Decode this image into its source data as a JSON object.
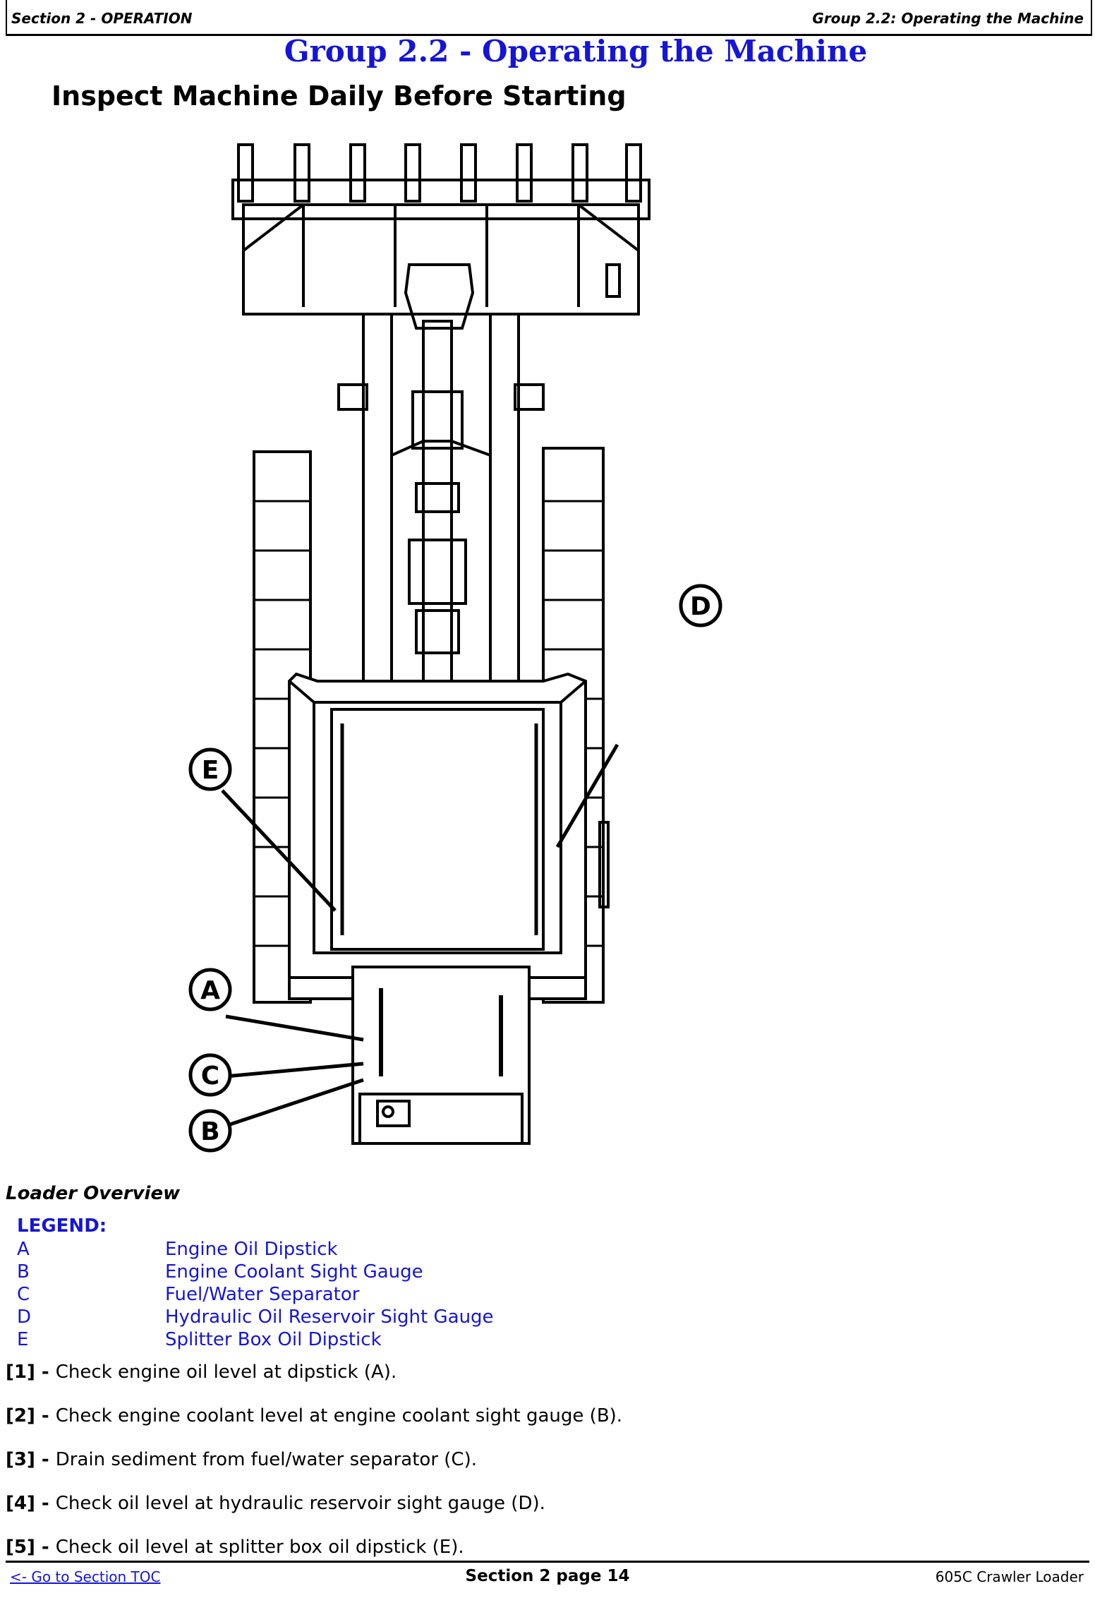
{
  "header": {
    "left": "Section 2 - OPERATION",
    "right": "Group 2.2: Operating the Machine"
  },
  "title": "Group 2.2 - Operating the Machine",
  "heading": "Inspect Machine Daily Before Starting",
  "figure": {
    "callouts": [
      "A",
      "B",
      "C",
      "D",
      "E"
    ],
    "caption": "Loader Overview"
  },
  "legend": {
    "title": "LEGEND:",
    "items": [
      {
        "key": "A",
        "label": "Engine Oil Dipstick"
      },
      {
        "key": "B",
        "label": "Engine Coolant Sight Gauge"
      },
      {
        "key": "C",
        "label": "Fuel/Water Separator"
      },
      {
        "key": "D",
        "label": "Hydraulic Oil Reservoir Sight Gauge"
      },
      {
        "key": "E",
        "label": "Splitter Box Oil Dipstick"
      }
    ]
  },
  "steps": [
    {
      "num": "[1]",
      "text": "Check engine oil level at dipstick (A)."
    },
    {
      "num": "[2]",
      "text": "Check engine coolant level at engine coolant sight gauge (B)."
    },
    {
      "num": "[3]",
      "text": "Drain sediment from fuel/water separator (C)."
    },
    {
      "num": "[4]",
      "text": "Check oil level at hydraulic reservoir sight gauge (D)."
    },
    {
      "num": "[5]",
      "text": "Check oil level at splitter box oil dipstick (E)."
    }
  ],
  "footer": {
    "toc_link": "<- Go to Section TOC",
    "page": "Section 2 page 14",
    "model": "605C Crawler Loader"
  }
}
